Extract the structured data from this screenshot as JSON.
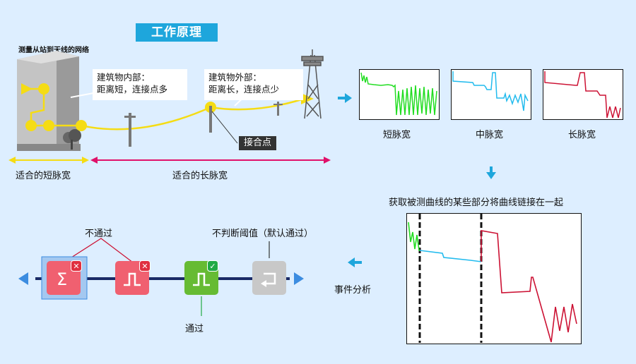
{
  "header": {
    "title": "工作原理",
    "subtitle": "测量从站到天线的网络"
  },
  "network": {
    "callout_inside": "建筑物内部：\n距离短，连接点多",
    "callout_outside": "建筑物外部：\n距离长，连接点少",
    "junction_label": "接合点",
    "short_pulse_range": "适合的短脉宽",
    "long_pulse_range": "适合的长脉宽"
  },
  "traces": {
    "short_label": "短脉宽",
    "medium_label": "中脉宽",
    "long_label": "长脉宽",
    "stitch_caption": "获取被测曲线的某些部分将曲线链接在一起"
  },
  "analysis": {
    "caption": "事件分析",
    "fail_label": "不通过",
    "pass_label": "通过",
    "threshold_label": "不判断阈值（默认通过）"
  },
  "colors": {
    "accent": "#1ea6dc",
    "fiber": "#f5dc14",
    "short_trace": "#22dd22",
    "medium_trace": "#22bbee",
    "long_trace": "#cc1133",
    "range_magenta": "#e0106a",
    "fail": "#f06070",
    "pass": "#66bb33",
    "skip": "#c8c8c8",
    "nav_arrow": "#3c8ce0",
    "timeline": "#1a2a66"
  },
  "icons": {
    "building": "building-icon",
    "tower": "antenna-tower-icon",
    "pole": "utility-pole-icon",
    "tree": "tree-icon",
    "sigma": "sigma-icon",
    "pulse": "pulse-icon",
    "fail_badge": "cross-icon",
    "pass_badge": "check-icon",
    "skip": "return-icon",
    "flow_arrow": "arrow-icon"
  }
}
